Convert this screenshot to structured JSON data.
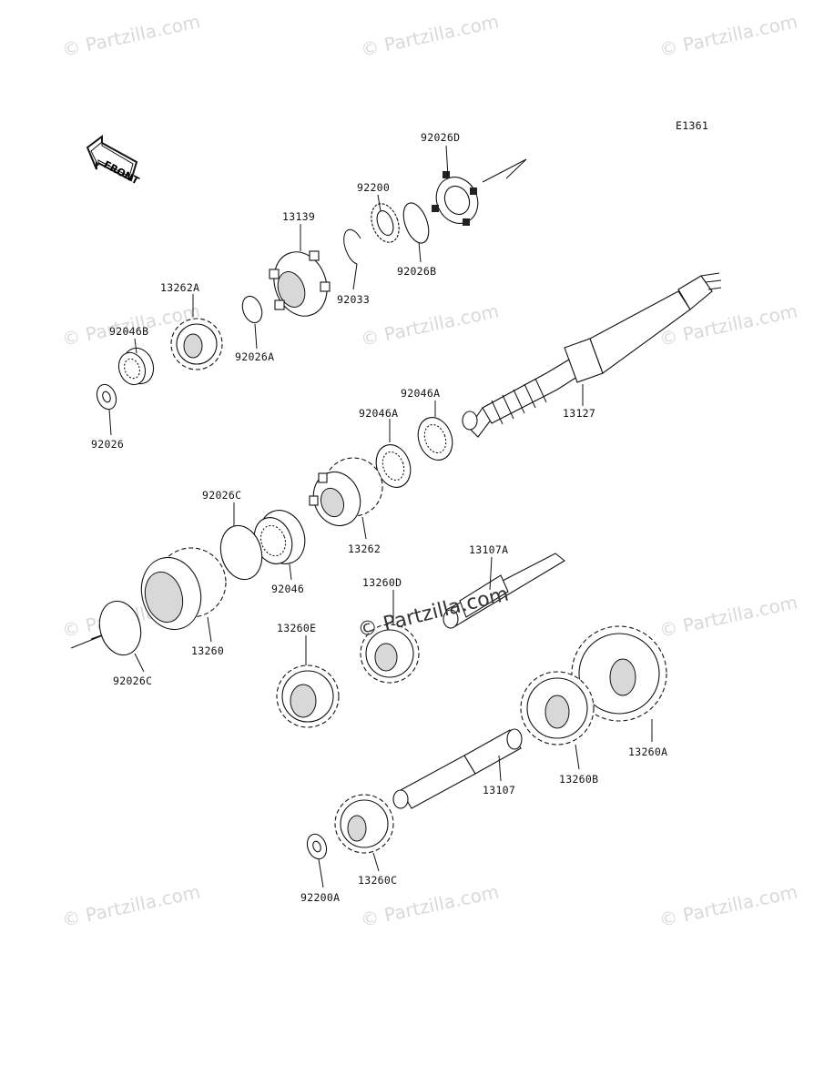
{
  "diagram_code": "E1361",
  "front_label": "FRONT",
  "watermark": "© Partzilla.com",
  "watermark_center": "© Partzilla.com",
  "parts": [
    {
      "id": "p92026D",
      "label": "92026D"
    },
    {
      "id": "p92200",
      "label": "92200"
    },
    {
      "id": "p13139",
      "label": "13139"
    },
    {
      "id": "p92033",
      "label": "92033"
    },
    {
      "id": "p92026B",
      "label": "92026B"
    },
    {
      "id": "p13262A",
      "label": "13262A"
    },
    {
      "id": "p92046B",
      "label": "92046B"
    },
    {
      "id": "p92026A",
      "label": "92026A"
    },
    {
      "id": "p92026",
      "label": "92026"
    },
    {
      "id": "p13127",
      "label": "13127"
    },
    {
      "id": "p92046A_1",
      "label": "92046A"
    },
    {
      "id": "p92046A_2",
      "label": "92046A"
    },
    {
      "id": "p92026C_1",
      "label": "92026C"
    },
    {
      "id": "p13262",
      "label": "13262"
    },
    {
      "id": "p92046",
      "label": "92046"
    },
    {
      "id": "p13107A",
      "label": "13107A"
    },
    {
      "id": "p13260D",
      "label": "13260D"
    },
    {
      "id": "p13260",
      "label": "13260"
    },
    {
      "id": "p13260E",
      "label": "13260E"
    },
    {
      "id": "p92026C_2",
      "label": "92026C"
    },
    {
      "id": "p13107",
      "label": "13107"
    },
    {
      "id": "p13260B",
      "label": "13260B"
    },
    {
      "id": "p13260A",
      "label": "13260A"
    },
    {
      "id": "p13260C",
      "label": "13260C"
    },
    {
      "id": "p92200A",
      "label": "92200A"
    }
  ]
}
